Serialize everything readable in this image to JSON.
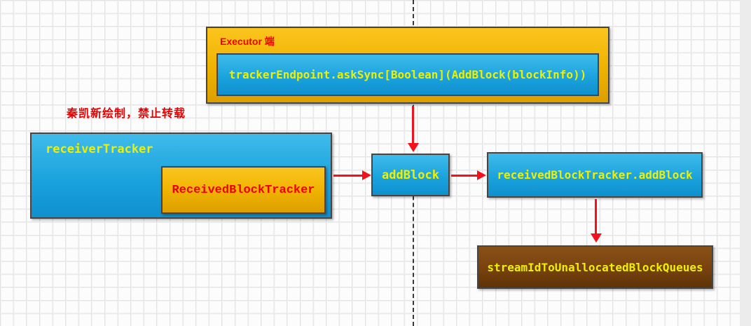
{
  "watermark": "秦凯新绘制，禁止转载",
  "nodes": {
    "executor": {
      "label": "Executor 端",
      "inner_label": "trackerEndpoint.askSync[Boolean](AddBlock(blockInfo))"
    },
    "receiver_tracker": {
      "label": "receiverTracker",
      "inner_label": "ReceivedBlockTracker"
    },
    "add_block": {
      "label": "addBlock"
    },
    "received_block_tracker_add_block": {
      "label": "receivedBlockTracker.addBlock"
    },
    "stream_queues": {
      "label": "streamIdToUnallocatedBlockQueues"
    }
  },
  "edges": [
    {
      "from": "executor.askSync",
      "to": "addBlock",
      "direction": "down"
    },
    {
      "from": "receiverTracker",
      "to": "addBlock",
      "direction": "right"
    },
    {
      "from": "addBlock",
      "to": "receivedBlockTracker.addBlock",
      "direction": "right"
    },
    {
      "from": "receivedBlockTracker.addBlock",
      "to": "streamIdToUnallocatedBlockQueues",
      "direction": "down"
    }
  ],
  "colors": {
    "gold": "#EFB200",
    "blue": "#1BA3DD",
    "brown": "#78420E",
    "label_yellow": "#EDF000",
    "label_red": "#F00000",
    "arrow_red": "#F3121C",
    "grid_line": "#E3E3E3"
  }
}
